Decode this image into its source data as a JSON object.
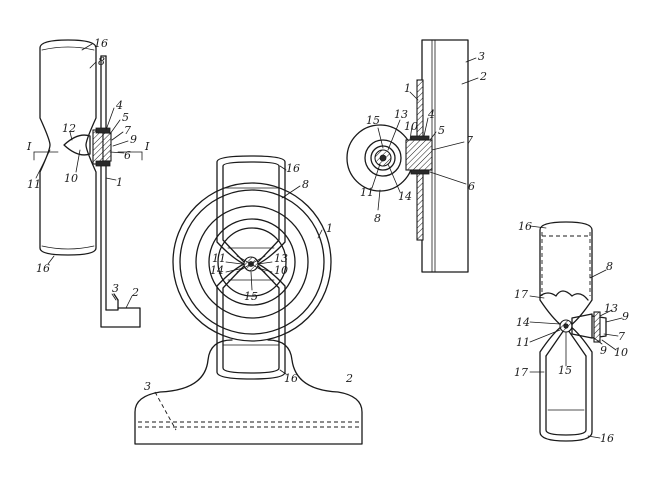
{
  "figures": {
    "fig1": {
      "labels": [
        "16",
        "8",
        "4",
        "5",
        "12",
        "7",
        "9",
        "6",
        "I",
        "I",
        "11",
        "10",
        "1",
        "16",
        "3",
        "2"
      ]
    },
    "fig2": {
      "labels": [
        "3",
        "2",
        "1",
        "15",
        "13",
        "10",
        "4",
        "5",
        "7",
        "11",
        "14",
        "6",
        "8"
      ]
    },
    "fig3": {
      "labels": [
        "16",
        "8",
        "1",
        "11",
        "13",
        "14",
        "10",
        "15",
        "3",
        "2",
        "16"
      ]
    },
    "fig4": {
      "labels": [
        "16",
        "8",
        "17",
        "13",
        "9",
        "14",
        "7",
        "11",
        "9",
        "10",
        "17",
        "15",
        "16"
      ]
    }
  }
}
